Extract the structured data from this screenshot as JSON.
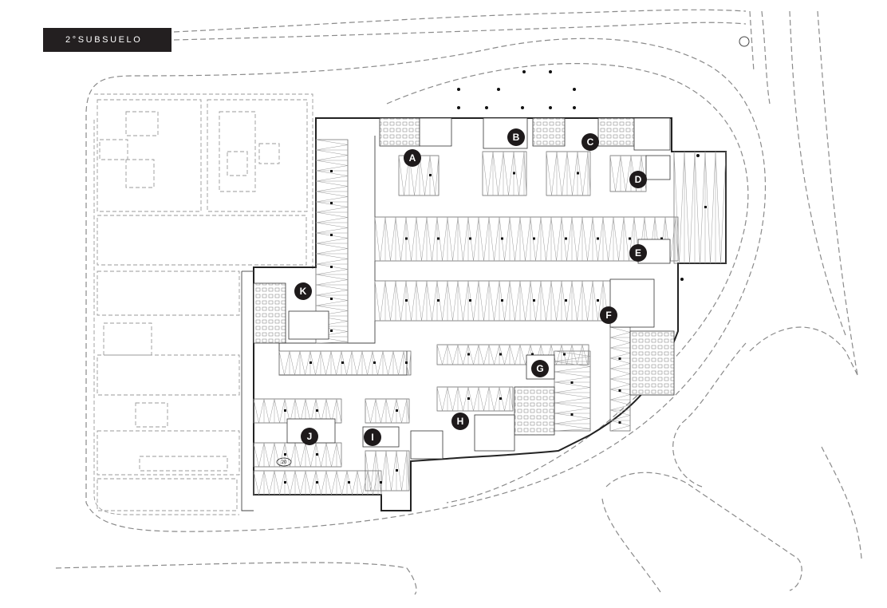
{
  "level_label": "2°SUBSUELO",
  "parking_number": "20",
  "markers": [
    {
      "letter": "A"
    },
    {
      "letter": "B"
    },
    {
      "letter": "C"
    },
    {
      "letter": "D"
    },
    {
      "letter": "E"
    },
    {
      "letter": "F"
    },
    {
      "letter": "G"
    },
    {
      "letter": "H"
    },
    {
      "letter": "I"
    },
    {
      "letter": "J"
    },
    {
      "letter": "K"
    }
  ],
  "colors": {
    "badge_bg": "#231f20",
    "marker_fill": "#1e1a1b",
    "line": "#8a8a8a"
  }
}
